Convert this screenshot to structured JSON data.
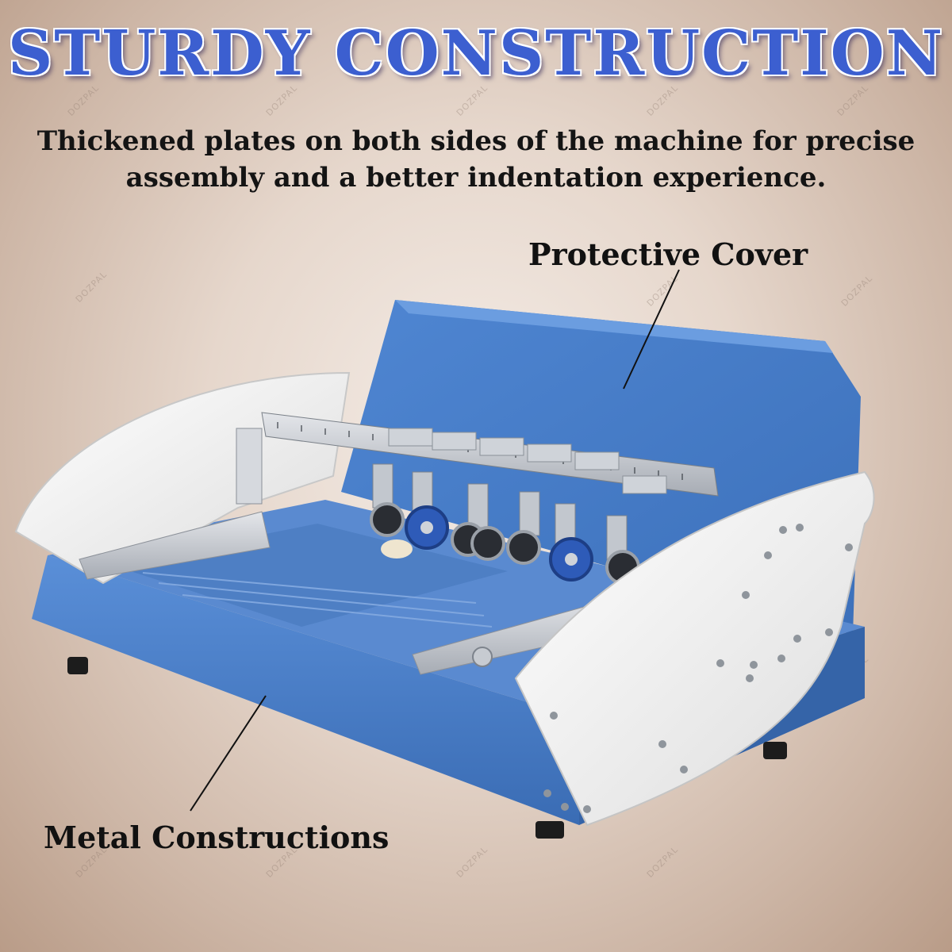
{
  "headline": "STURDY CONSTRUCTION",
  "description_line1": "Thickened plates on both sides of the machine for precise",
  "description_line2": "assembly and a better indentation experience.",
  "labels": {
    "cover": "Protective Cover",
    "metal": "Metal Constructions"
  },
  "watermark": "DOZPAL",
  "colors": {
    "title": "#3c5fd0",
    "machine_blue": "#4a7fc8",
    "side_plate": "#f2f2f2"
  }
}
